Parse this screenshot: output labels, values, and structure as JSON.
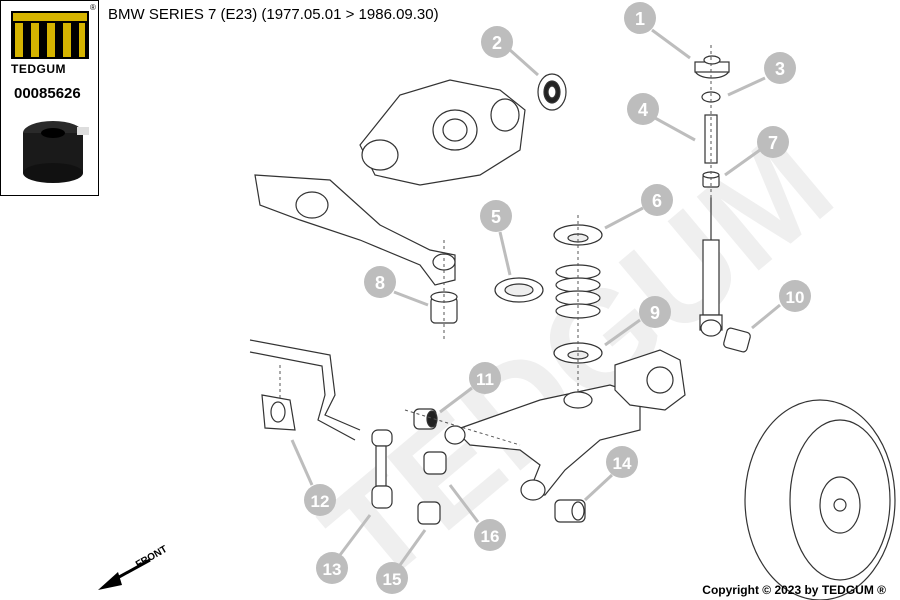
{
  "header": {
    "title": "BMW SERIES 7 (E23)",
    "period": "(1977.05.01 > 1986.09.30)"
  },
  "logo": {
    "brand": "TEDGUM",
    "registered_mark": "®"
  },
  "part": {
    "number": "00085626"
  },
  "diagram": {
    "watermark": "TEDGUM",
    "front_label": "FRONT",
    "callouts": [
      "1",
      "2",
      "3",
      "4",
      "5",
      "6",
      "7",
      "8",
      "9",
      "10",
      "11",
      "12",
      "13",
      "14",
      "15",
      "16"
    ]
  },
  "footer": {
    "copyright": "Copyright © 2023 by TEDGUM ®"
  },
  "colors": {
    "callout_fill": "#bdbdbd",
    "watermark": "#efefef",
    "line_art": "#333333"
  }
}
